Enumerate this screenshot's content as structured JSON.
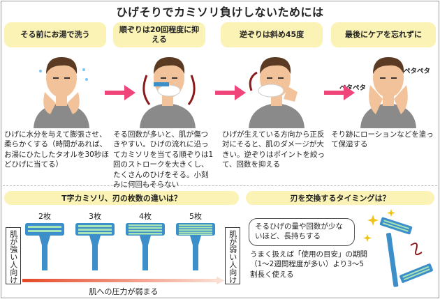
{
  "title": "ひげそりでカミソリ負けしないためには",
  "steps": [
    {
      "heading": "そる前にお湯で洗う",
      "desc": "ひげに水分を与えて膨張させ、柔らかくする（時間があれば、お湯にひたしたタオルを30秒ほどひげに当てる）"
    },
    {
      "heading": "順ぞりは20回程度に抑える",
      "desc": "そる回数が多いと、肌が傷つきやすい。ひげの流れに沿ってカミソリを当てる順ぞりは1回のストロークを大きくし、たくさんのひげをそる。小刻みに何回もそらない"
    },
    {
      "heading": "逆ぞりは斜め45度",
      "desc": "ひげが生えている方向から正反対にそると、肌のダメージが大きい。逆ぞりはポイントを絞って、回数を抑える"
    },
    {
      "heading": "最後にケアを忘れずに",
      "desc": "そり跡にローションなどを塗って保湿する"
    }
  ],
  "sounds": {
    "left": "ペタペタ",
    "right": "ペタペタ"
  },
  "blades": {
    "heading": "T字カミソリ、刃の枚数の違いは？",
    "counts": [
      "2枚",
      "3枚",
      "4枚",
      "5枚"
    ],
    "left_label": "肌が強い人向け",
    "right_label": "肌が弱い人向け",
    "pressure_label": "肌への圧力が弱まる"
  },
  "timing": {
    "heading": "刃を交換するタイミングは？",
    "callout": "そるひげの量や回数が少ないほど、長持ちする",
    "note": "うまく扱えば「使用の目安」の期間（1～2週間程度が多い）より3～5割長く使える"
  },
  "colors": {
    "header_bg": "#fbf2b5",
    "arrow": "#f0457a",
    "razor_blue": "#3d8fc9",
    "blade_green": "#a8e3b5",
    "gradient_start": "#e5492a",
    "gradient_end": "#fbe3d8",
    "shirt": "#8a8a8a",
    "skin": "#f2c39a"
  }
}
